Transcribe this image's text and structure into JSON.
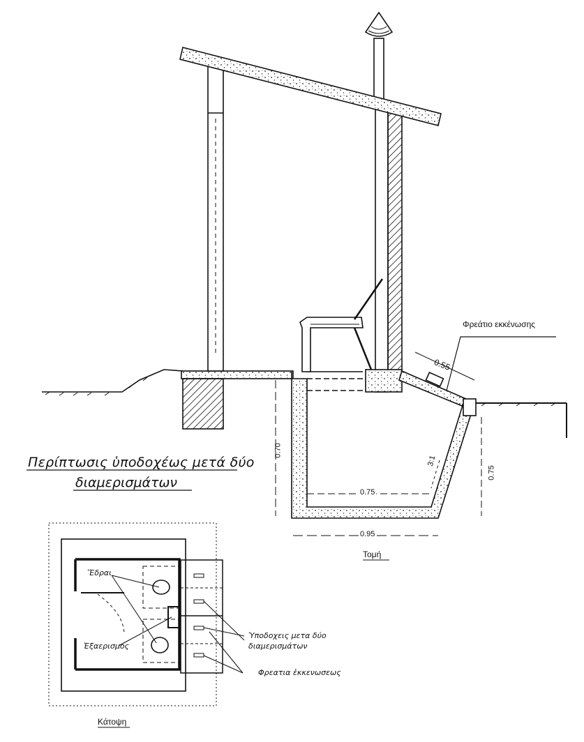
{
  "section_title_line1": "Περίπτωσις ὑποδοχέως μετά δύο",
  "section_title_line2": "διαμερισμάτων",
  "section": {
    "caption": "Τομή",
    "callout": "Φρεάτιο εκκένωσης",
    "dims": {
      "cover": "0.55",
      "depth": "0.70",
      "inner_width": "0.75",
      "slope": "3:1",
      "outer_depth": "0.75",
      "outer_width": "0.95"
    }
  },
  "plan": {
    "caption": "Κάτοψη",
    "label_seats": "Ἕδραι",
    "label_vent": "Ἐξαερισμός",
    "label_receivers_line1": "Ὑποδοχεις μετα δύο",
    "label_receivers_line2": "διαμερισμάτων",
    "label_pits": "Φρεατια ἐκκενωσεως"
  },
  "colors": {
    "ink": "#111111",
    "paper": "#ffffff"
  }
}
